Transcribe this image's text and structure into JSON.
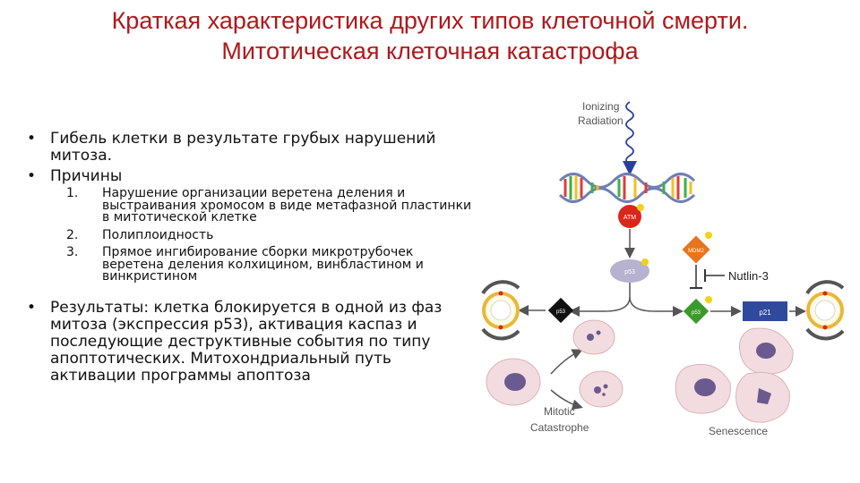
{
  "title": {
    "line1": "Краткая характеристика других типов клеточной смерти.",
    "line2": "Митотическая клеточная катастрофа"
  },
  "bullets": {
    "b1": "Гибель клетки в результате грубых нарушений митоза.",
    "b2": "Причины",
    "causes": [
      {
        "num": "1.",
        "text": "Нарушение организации веретена деления и выстраивания хромосом в виде метафазной пластинки в митотической клетке"
      },
      {
        "num": "2.",
        "text": "Полиплоидность"
      },
      {
        "num": "3.",
        "text": "Прямое ингибирование сборки микротрубочек веретена деления колхицином, винбластином и винкристином"
      }
    ],
    "b3": "Результаты: клетка блокируется в одной из фаз митоза (экспрессия р53), активация каспаз и последующие деструктивные события по типу апоптотических. Митохондриальный путь активации программы апоптоза"
  },
  "diagram": {
    "radiation_line1": "Ionizing",
    "radiation_line2": "Radiation",
    "atm": "ATM",
    "mdm2": "MDM2",
    "p53": "p53",
    "nutlin": "Nutlin-3",
    "p53_left": "p53",
    "p53_right": "p53",
    "p21": "p21",
    "mitotic_line1": "Mitotic",
    "mitotic_line2": "Catastrophe",
    "senescence": "Senescence",
    "colors": {
      "atm": "#d9281b",
      "mdm2": "#e8741c",
      "p53": "#b7b2cf",
      "p21": "#2f4a9c",
      "green_diamond": "#3a9b2a",
      "cell_fill": "#f3dcdf",
      "nucleus": "#6b5a8f"
    }
  }
}
